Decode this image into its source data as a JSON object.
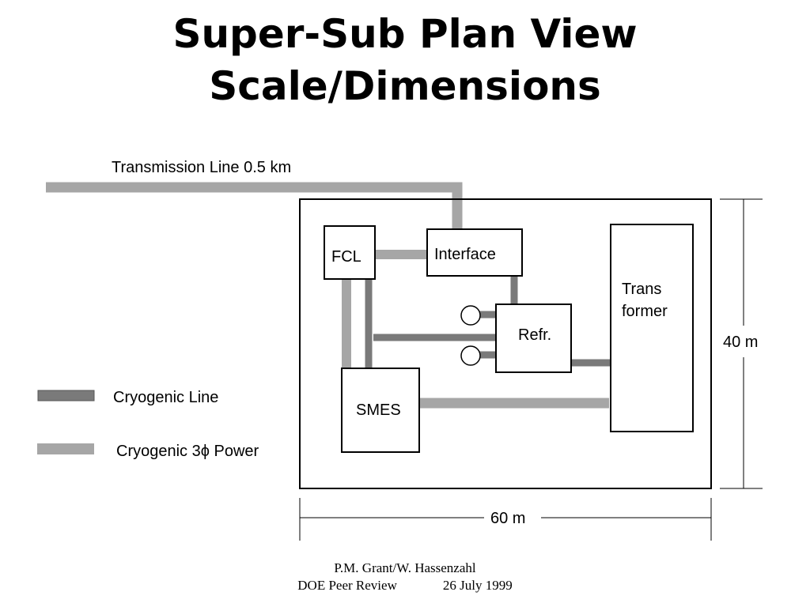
{
  "title": {
    "line1": "Super-Sub Plan View",
    "line2": "Scale/Dimensions"
  },
  "diagram": {
    "transmission_label": "Transmission Line 0.5 km",
    "fcl": "FCL",
    "interface": "Interface",
    "refr": "Refr.",
    "transformer_line1": "Trans",
    "transformer_line2": "former",
    "smes": "SMES",
    "height_dim": "40 m",
    "width_dim": "60 m"
  },
  "legend": {
    "cryogenic_line": "Cryogenic Line",
    "cryogenic_power_prefix": "Cryogenic 3",
    "phi_symbol": "ϕ",
    "cryogenic_power_suffix": " Power"
  },
  "colors": {
    "cryogenic_line": "#7a7a7a",
    "cryogenic_power": "#a6a6a6"
  },
  "footer": {
    "authors": "P.M. Grant/W. Hassenzahl",
    "event": "DOE Peer Review",
    "date": "26 July 1999"
  }
}
